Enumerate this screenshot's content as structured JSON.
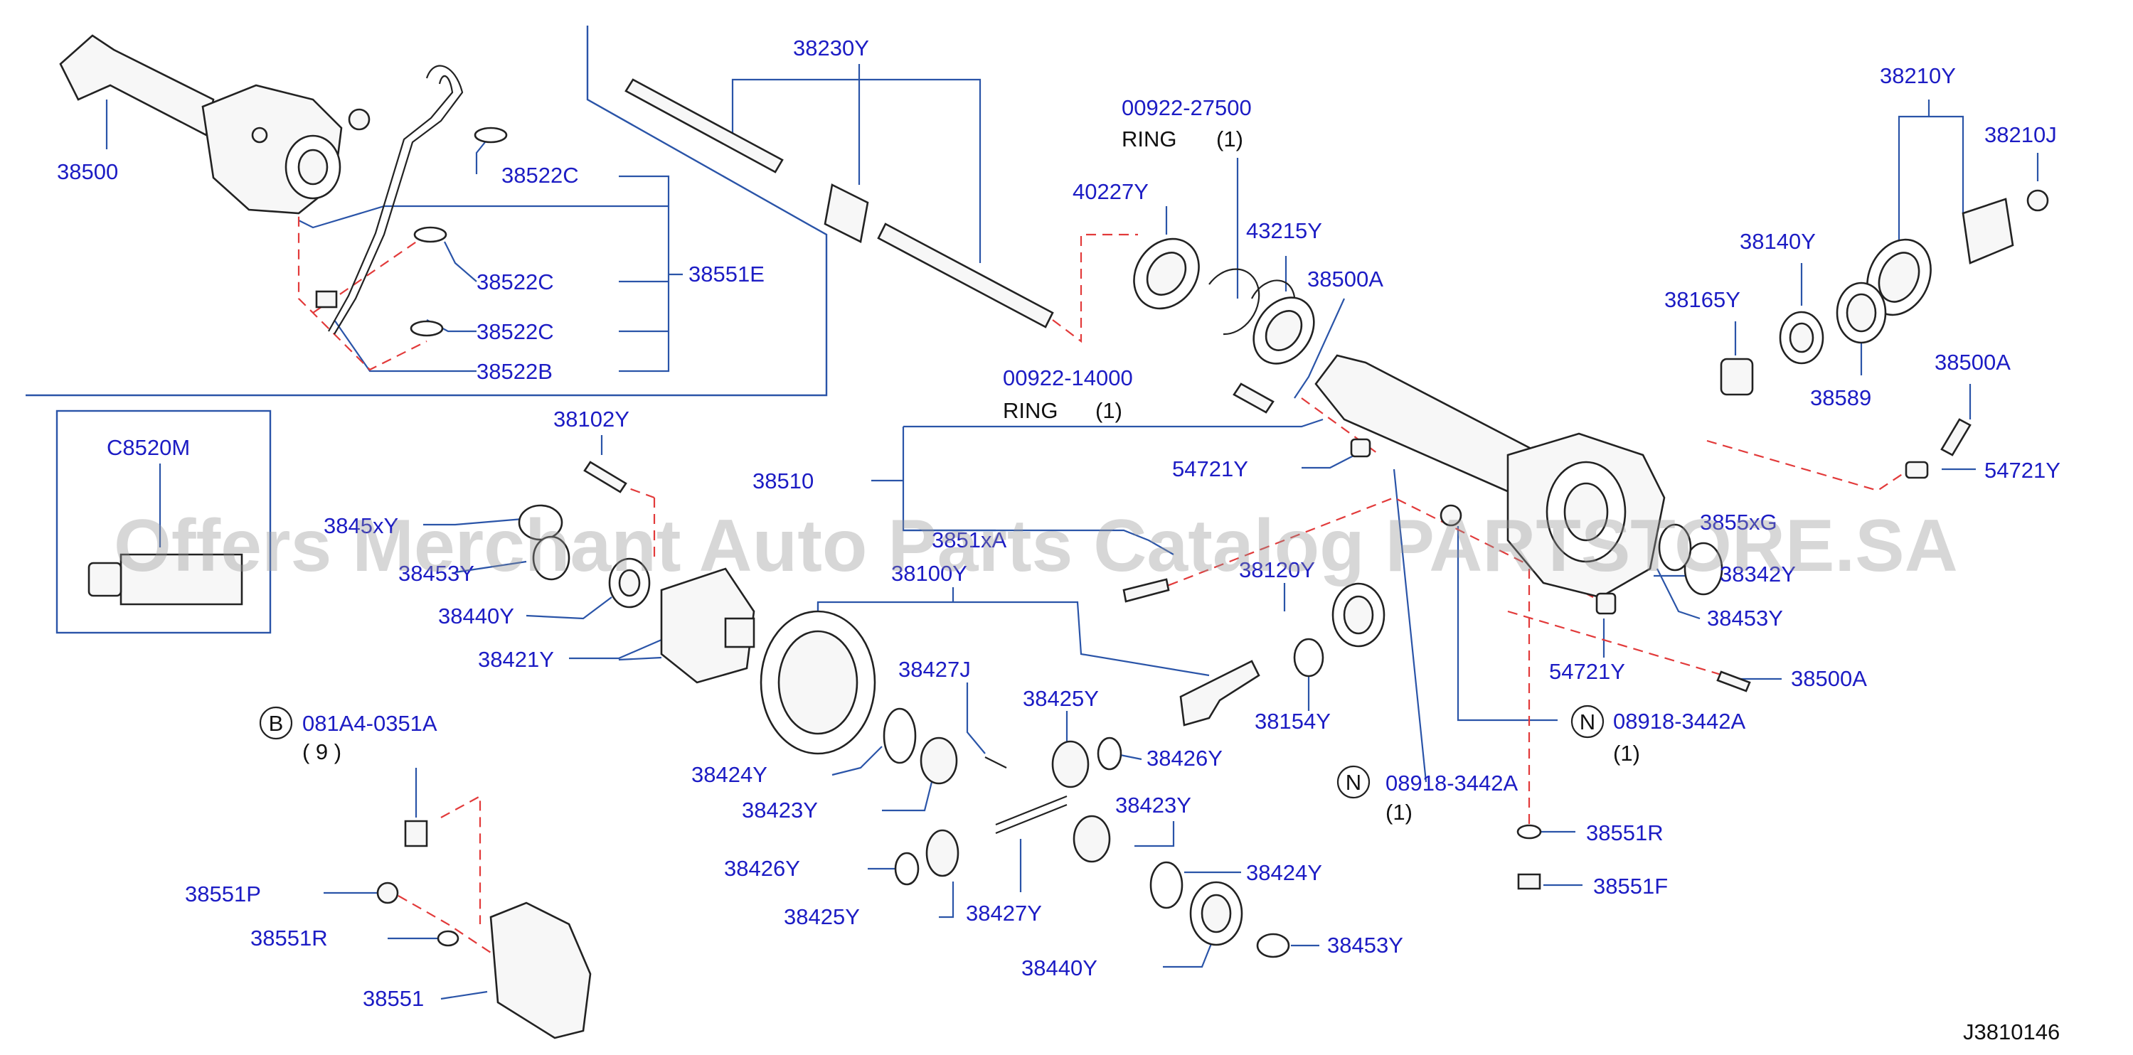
{
  "diagram_id": "J3810146",
  "watermark": "Offers Merchant Auto Parts Catalog PARTSTORE.SA",
  "labels": {
    "p38500": "38500",
    "p38522c_a": "38522C",
    "p38522c_b": "38522C",
    "p38522c_c": "38522C",
    "p38522b": "38522B",
    "p38551e": "38551E",
    "p38230y": "38230Y",
    "p00922_27500": "00922-27500",
    "ring_a": "RING",
    "qty_ring_a": "(1)",
    "p40227y": "40227Y",
    "p43215y": "43215Y",
    "p38500a_a": "38500A",
    "p00922_14000": "00922-14000",
    "ring_b": "RING",
    "qty_ring_b": "(1)",
    "p38210y": "38210Y",
    "p38210j": "38210J",
    "p38140y": "38140Y",
    "p38165y": "38165Y",
    "p38589": "38589",
    "p38500a_b": "38500A",
    "p54721y_a": "54721Y",
    "p54721y_b": "54721Y",
    "p54721y_c": "54721Y",
    "pc8520m": "C8520M",
    "p38102y": "38102Y",
    "p38510": "38510",
    "p3845xy": "3845xY",
    "p38453y_a": "38453Y",
    "p38440y_a": "38440Y",
    "p38421y": "38421Y",
    "p3851xa": "3851xA",
    "p38100y": "38100Y",
    "p38120y": "38120Y",
    "p3855xg": "3855xG",
    "p38342y": "38342Y",
    "p38453y_b": "38453Y",
    "p38500a_c": "38500A",
    "p38154y": "38154Y",
    "p08918_3442a_a": "08918-3442A",
    "qty_08918_a": "(1)",
    "p08918_3442a_b": "08918-3442A",
    "qty_08918_b": "(1)",
    "p38427j": "38427J",
    "p38425y_a": "38425Y",
    "p38426y_a": "38426Y",
    "p38424y_a": "38424Y",
    "p38423y_a": "38423Y",
    "p38423y_b": "38423Y",
    "p38426y_b": "38426Y",
    "p38425y_b": "38425Y",
    "p38427y": "38427Y",
    "p38424y_b": "38424Y",
    "p38440y_b": "38440Y",
    "p38453y_c": "38453Y",
    "p081a4_0351a": "081A4-0351A",
    "qty_081a4": "( 9 )",
    "p38551p": "38551P",
    "p38551r_a": "38551R",
    "p38551": "38551",
    "p38551r_b": "38551R",
    "p38551f": "38551F",
    "badge_b": "B",
    "badge_n_a": "N",
    "badge_n_b": "N"
  },
  "colors": {
    "label": "#1c1cc4",
    "leader": "#2a54a8",
    "dashed": "#e23a3a",
    "watermark": "#969696"
  }
}
